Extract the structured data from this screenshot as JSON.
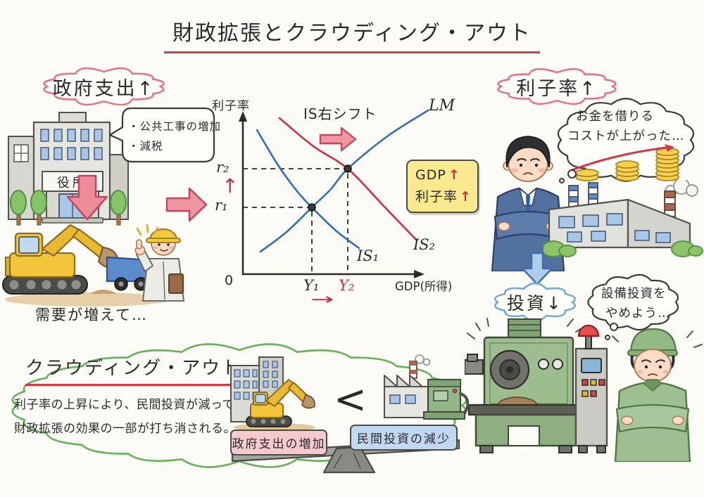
{
  "title": {
    "text": "財政拡張とクラウディング・アウト"
  },
  "gov": {
    "bubble": "政府支出↑",
    "building_sign": "役所",
    "note1": "・公共工事の増加",
    "note2": "・減税",
    "caption": "需要が増えて…"
  },
  "chart": {
    "y_axis_label": "利子率",
    "x_axis_label": "GDP(所得)",
    "origin_label": "0",
    "shift_label": "IS右シフト",
    "lm_label": "LM",
    "is1_label": "IS₁",
    "is2_label": "IS₂",
    "r1_label": "r₁",
    "r2_label": "r₂",
    "y1_label": "Y₁",
    "y2_label": "Y₂",
    "r_shift_arrow": "↑",
    "y_shift_arrow": "→",
    "result_box": {
      "line1_label": "GDP",
      "line1_arrow": "↑",
      "line2_label": "利子率",
      "line2_arrow": "↑"
    }
  },
  "chart_data": {
    "type": "line",
    "title": "IS-LM diagram with rightward IS shift",
    "xlabel": "GDP(所得)",
    "ylabel": "利子率",
    "axis": {
      "origin": [
        50,
        260
      ],
      "x_end": [
        308,
        260
      ],
      "y_end": [
        50,
        28
      ]
    },
    "series": [
      {
        "name": "IS1",
        "color": "#2f6fc0",
        "points": [
          [
            70,
            55
          ],
          [
            100,
            105
          ],
          [
            127,
            142
          ],
          [
            148,
            165
          ],
          [
            182,
            198
          ],
          [
            215,
            223
          ]
        ]
      },
      {
        "name": "IS2",
        "color": "#cc2f45",
        "points": [
          [
            102,
            38
          ],
          [
            150,
            78
          ],
          [
            199,
            110
          ],
          [
            250,
            163
          ],
          [
            297,
            212
          ]
        ]
      },
      {
        "name": "LM",
        "color": "#2f6fc0",
        "points": [
          [
            75,
            228
          ],
          [
            112,
            200
          ],
          [
            148,
            165
          ],
          [
            175,
            139
          ],
          [
            199,
            110
          ],
          [
            255,
            64
          ],
          [
            313,
            27
          ]
        ]
      }
    ],
    "equilibria": [
      {
        "point": [
          148,
          165
        ],
        "rate_label": "r₁",
        "income_label": "Y₁"
      },
      {
        "point": [
          199,
          110
        ],
        "rate_label": "r₂",
        "income_label": "Y₂"
      }
    ],
    "shift": {
      "label": "IS右シフト",
      "from": "Y₁",
      "to": "Y₂"
    },
    "result": [
      "GDP↑",
      "利子率↑"
    ]
  },
  "interest": {
    "bubble": "利子率↑",
    "thought_line1": "お金を借りる",
    "thought_line2": "コストが上がった…"
  },
  "invest": {
    "bubble": "投資↓",
    "thought_line1": "設備投資を",
    "thought_line2": "やめよう…"
  },
  "crowding": {
    "heading": "クラウディング・アウト",
    "desc_line1": "利子率の上昇により、民間投資が減って",
    "desc_line2": "財政拡張の効果の一部が打ち消される。",
    "comparison_sign": "<",
    "scale_left": "政府支出の増加",
    "scale_right": "民間投資の減少"
  },
  "colors": {
    "paper": "#fcfbf5",
    "ink": "#2a2a2a",
    "red_accent": "#d03a4a",
    "is_curve_red": "#cc2f45",
    "curve_blue": "#2f6fc0",
    "pink_bubble": "#e4737f",
    "blue_bubble": "#76a8d4",
    "green_bubble": "#63b25a",
    "yellow_box": "#fae98f"
  }
}
